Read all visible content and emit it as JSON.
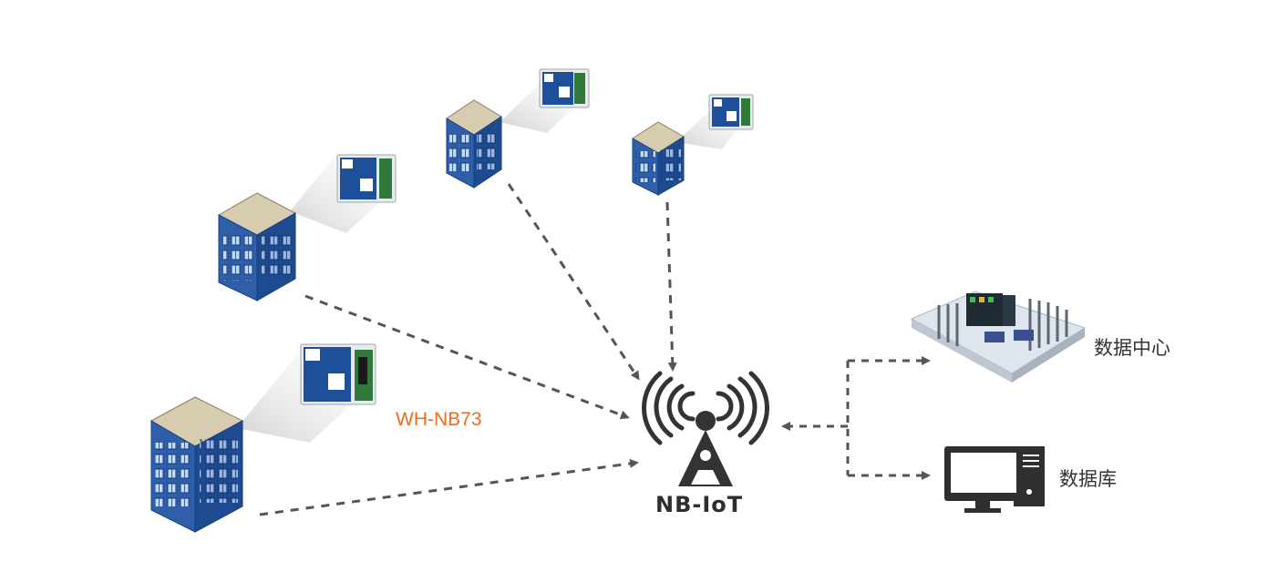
{
  "diagram": {
    "module_label": "WH-NB73",
    "tower_label": "NB-IoT",
    "datacenter_label": "数据中心",
    "database_label": "数据库"
  },
  "colors": {
    "module_label": "#ef6c1f",
    "building_blue": "#2f5fa8",
    "building_roof": "#d7ccb0",
    "arrow": "#555555",
    "module_board": "#1e4f9a"
  }
}
